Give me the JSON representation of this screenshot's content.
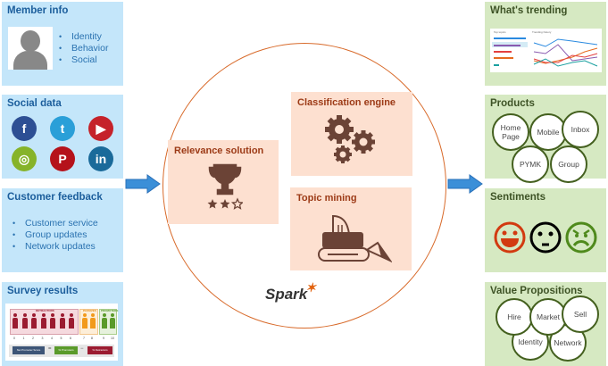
{
  "left_panels": {
    "member_info": {
      "title": "Member info",
      "items": [
        "Identity",
        "Behavior",
        "Social"
      ],
      "icon": "user-avatar-icon"
    },
    "social_data": {
      "title": "Social data",
      "icons": [
        "facebook-icon",
        "twitter-icon",
        "youtube-icon",
        "instagram-icon",
        "pinterest-icon",
        "linkedin-icon"
      ],
      "glyphs": [
        "f",
        "t",
        "▶",
        "◎",
        "P",
        "in"
      ],
      "colors": [
        "#2d4f94",
        "#2a9fd8",
        "#c5222a",
        "#86b32a",
        "#b5121b",
        "#1a6a9a"
      ]
    },
    "customer_feedback": {
      "title": "Customer feedback",
      "items": [
        "Customer service",
        "Group updates",
        "Network updates"
      ]
    },
    "survey_results": {
      "title": "Survey results",
      "labels": {
        "detractors": "DETRACTORS",
        "passives": "PASSIVES",
        "promoters": "PROMOTERS"
      },
      "scale": [
        "0",
        "1",
        "2",
        "3",
        "4",
        "5",
        "6",
        "7",
        "8",
        "9",
        "10"
      ],
      "formula": [
        "Net Promoter Score",
        "=",
        "% Promoters",
        "−",
        "% Detractors"
      ]
    }
  },
  "center": {
    "relevance": {
      "title": "Relevance solution",
      "icon": "trophy-stars-icon"
    },
    "classification": {
      "title": "Classification engine",
      "icon": "gears-icon"
    },
    "topic_mining": {
      "title": "Topic mining",
      "icon": "bulldozer-icon"
    },
    "logo": "Spark"
  },
  "right_panels": {
    "trending": {
      "title": "What's trending",
      "list_title": "Top topics",
      "chart_title": "Trending history"
    },
    "products": {
      "title": "Products",
      "items": [
        "Home Page",
        "Mobile",
        "Inbox",
        "PYMK",
        "Group"
      ]
    },
    "sentiments": {
      "title": "Sentiments",
      "faces": [
        "happy-face-icon",
        "neutral-face-icon",
        "angry-face-icon"
      ]
    },
    "value_props": {
      "title": "Value Propositions",
      "items": [
        "Hire",
        "Market",
        "Sell",
        "Identity",
        "Network"
      ]
    }
  },
  "colors": {
    "blue_panel": "#c4e6fa",
    "green_panel": "#d6e9c2",
    "orange_box": "#fde0d0",
    "icon_brown": "#6b4336",
    "arrow": "#3b8fd8"
  }
}
